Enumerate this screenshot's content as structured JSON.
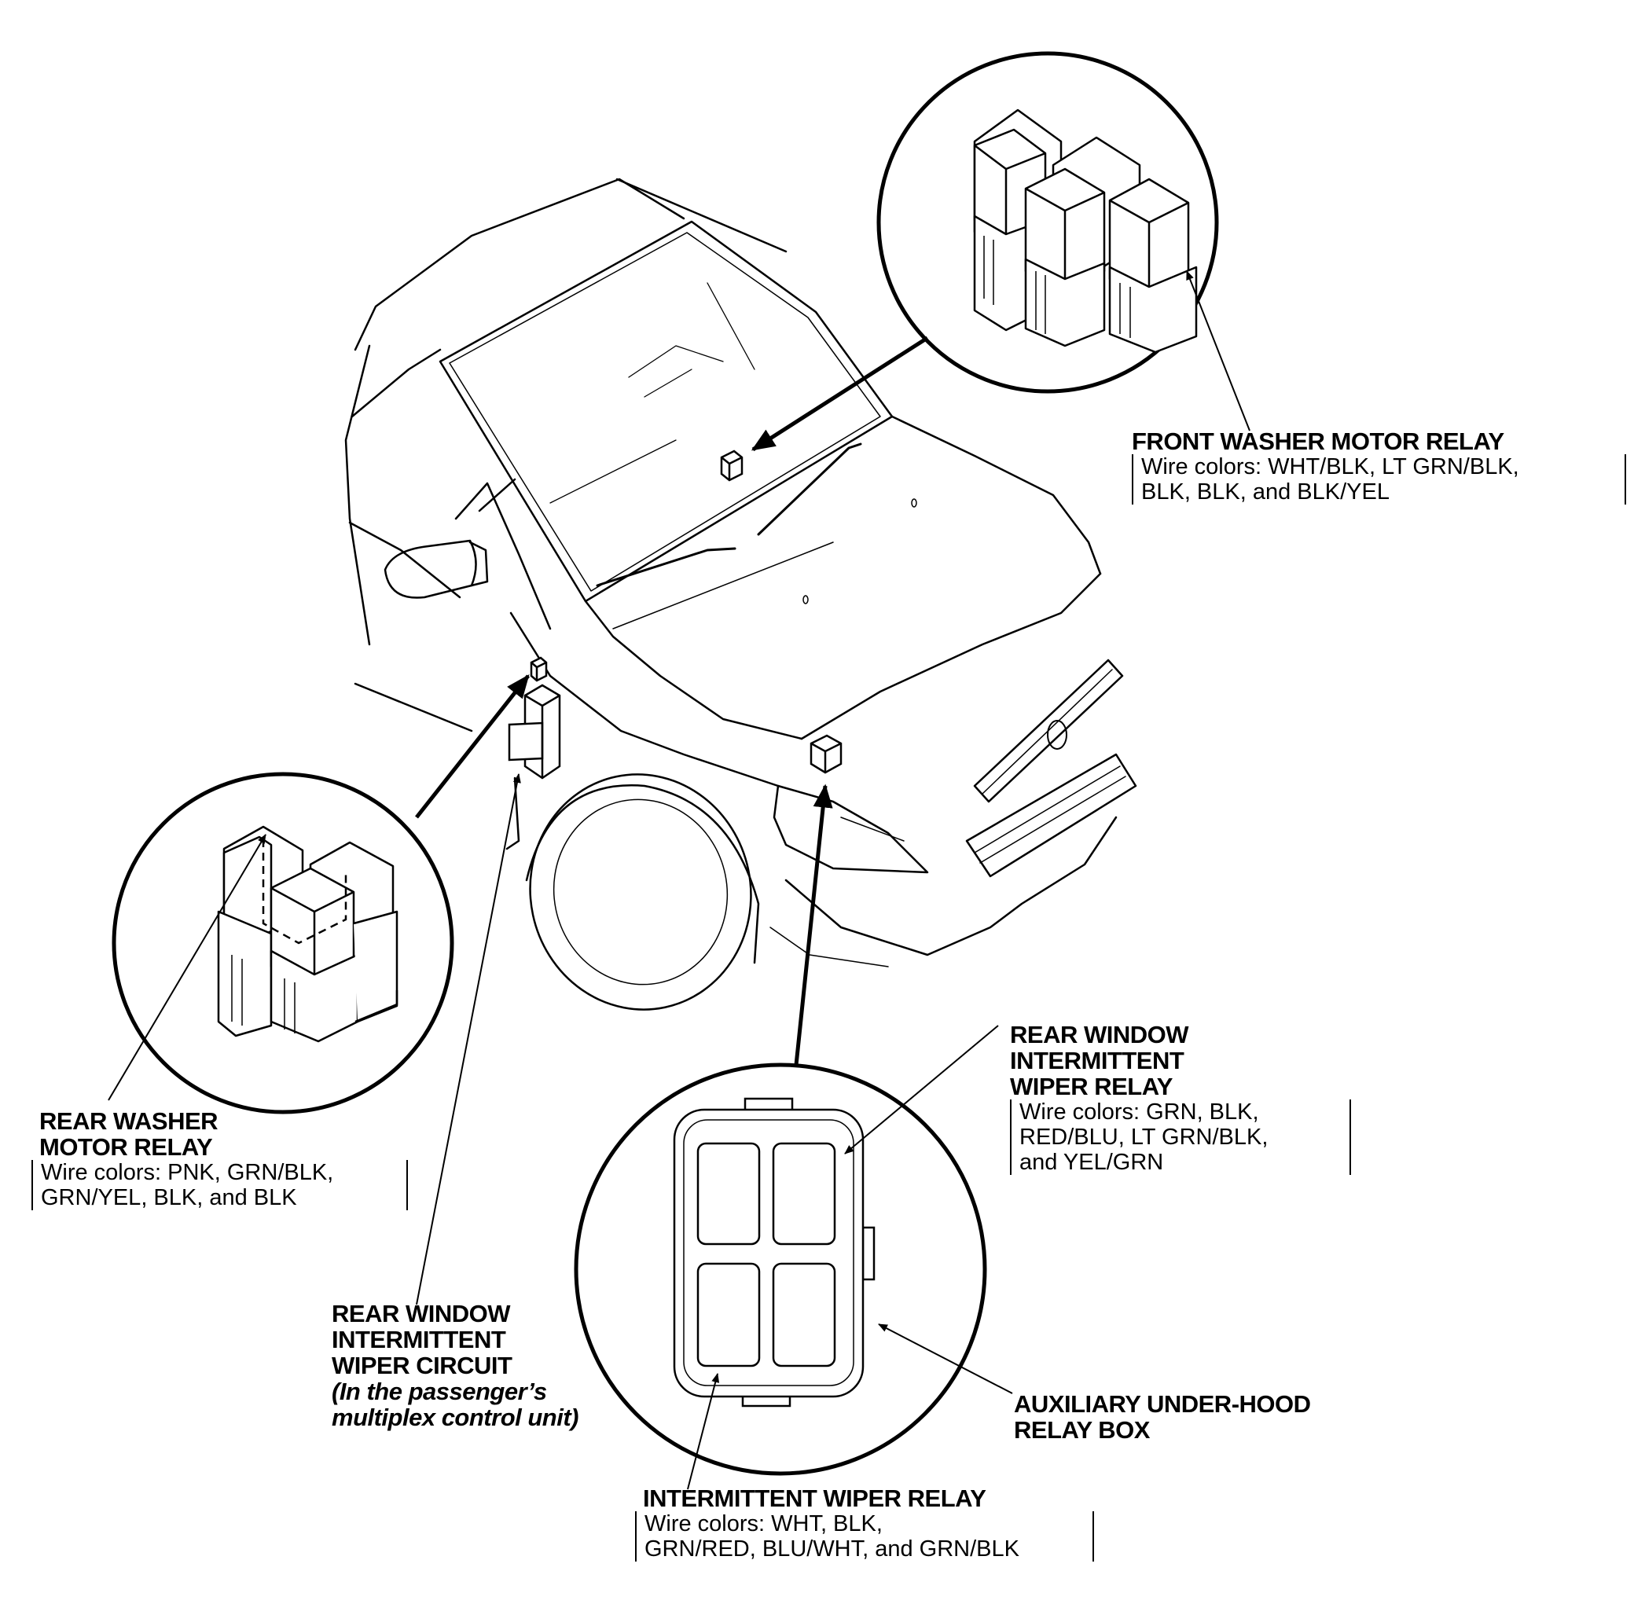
{
  "callouts": {
    "front_washer": {
      "title": "FRONT WASHER MOTOR RELAY",
      "wires_line1": "Wire colors: WHT/BLK, LT GRN/BLK,",
      "wires_line2": "BLK, BLK, and BLK/YEL"
    },
    "rear_window_relay": {
      "title_line1": "REAR WINDOW",
      "title_line2": "INTERMITTENT",
      "title_line3": "WIPER RELAY",
      "wires_line1": "Wire colors: GRN, BLK,",
      "wires_line2": "RED/BLU, LT GRN/BLK,",
      "wires_line3": "and YEL/GRN"
    },
    "rear_washer": {
      "title_line1": "REAR WASHER",
      "title_line2": "MOTOR RELAY",
      "wires_line1": "Wire colors: PNK, GRN/BLK,",
      "wires_line2": "GRN/YEL, BLK, and BLK"
    },
    "rear_window_circuit": {
      "title_line1": "REAR WINDOW",
      "title_line2": "INTERMITTENT",
      "title_line3": "WIPER CIRCUIT",
      "note_line1": "(In the passenger’s",
      "note_line2": "multiplex control unit)"
    },
    "aux_relay_box": {
      "title_line1": "AUXILIARY UNDER-HOOD",
      "title_line2": "RELAY BOX"
    },
    "intermittent_relay": {
      "title": "INTERMITTENT WIPER RELAY",
      "wires_line1": "Wire colors: WHT, BLK,",
      "wires_line2": "GRN/RED, BLU/WHT, and GRN/BLK"
    }
  }
}
